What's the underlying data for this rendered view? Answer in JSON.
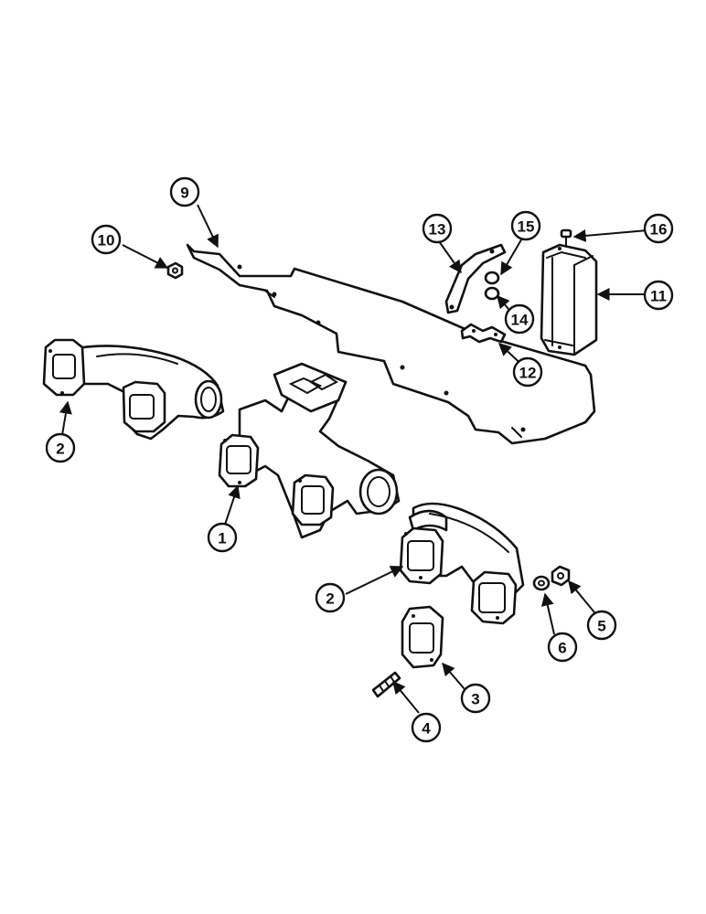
{
  "callouts": {
    "c1": "1",
    "c2a": "2",
    "c2b": "2",
    "c3": "3",
    "c4": "4",
    "c5": "5",
    "c6": "6",
    "c9": "9",
    "c10": "10",
    "c11": "11",
    "c12": "12",
    "c13": "13",
    "c14": "14",
    "c15": "15",
    "c16": "16"
  }
}
